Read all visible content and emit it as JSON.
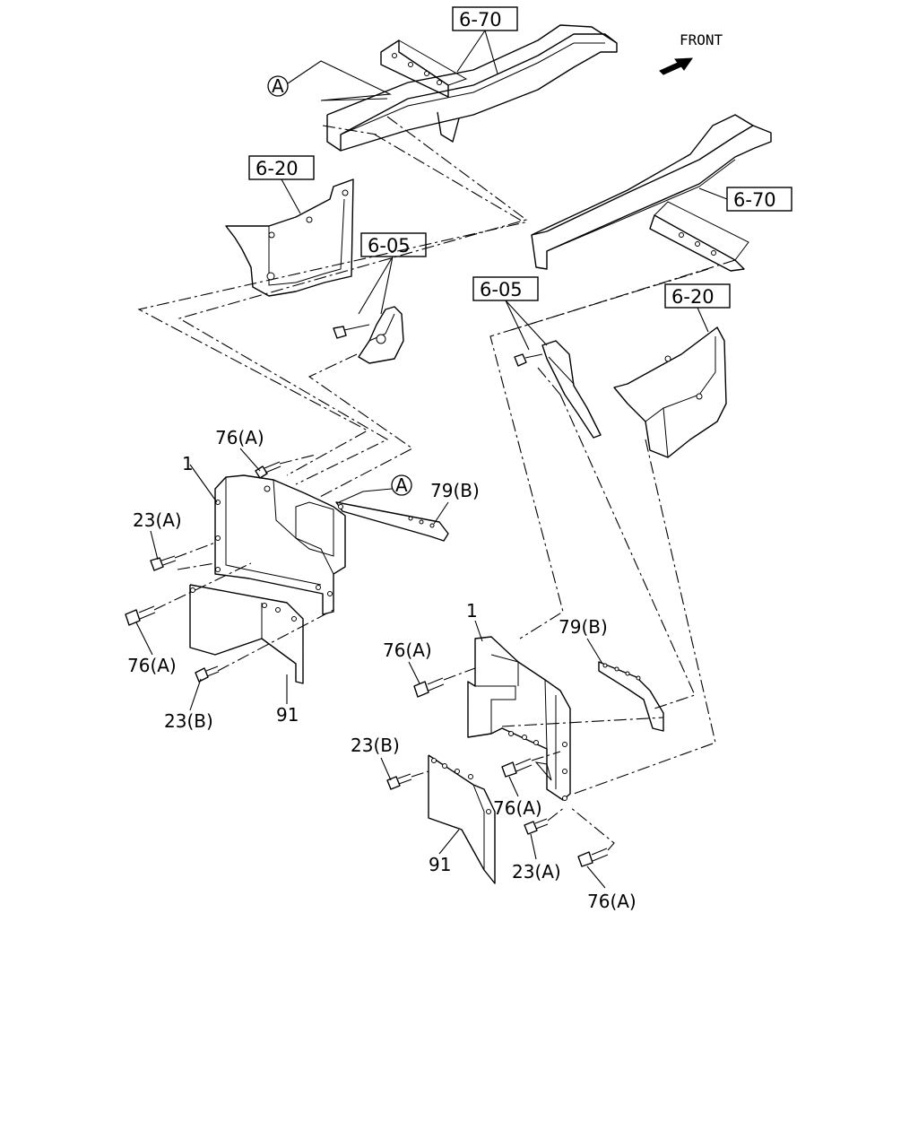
{
  "direction": {
    "label": "FRONT",
    "arrow_icon": "front-arrow-icon"
  },
  "references": {
    "frame_top": "6-70",
    "frame_right": "6-70",
    "bracket_left": "6-20",
    "bracket_right": "6-20",
    "hanger_left": "6-05",
    "hanger_right": "6-05",
    "circle_top": "A",
    "circle_mid": "A"
  },
  "left_assembly": {
    "bracket_1": "1",
    "bolt_76a_top": "76(A)",
    "bolt_23a": "23(A)",
    "bolt_76a_bottom": "76(A)",
    "bolt_23b": "23(B)",
    "stay_79b": "79(B)",
    "mudguard_91": "91"
  },
  "right_assembly": {
    "bracket_1": "1",
    "bolt_76a_left": "76(A)",
    "stay_79b": "79(B)",
    "bolt_23b": "23(B)",
    "bolt_76a_mid": "76(A)",
    "mudguard_91": "91",
    "bolt_23a": "23(A)",
    "bolt_76a_bottom": "76(A)"
  }
}
